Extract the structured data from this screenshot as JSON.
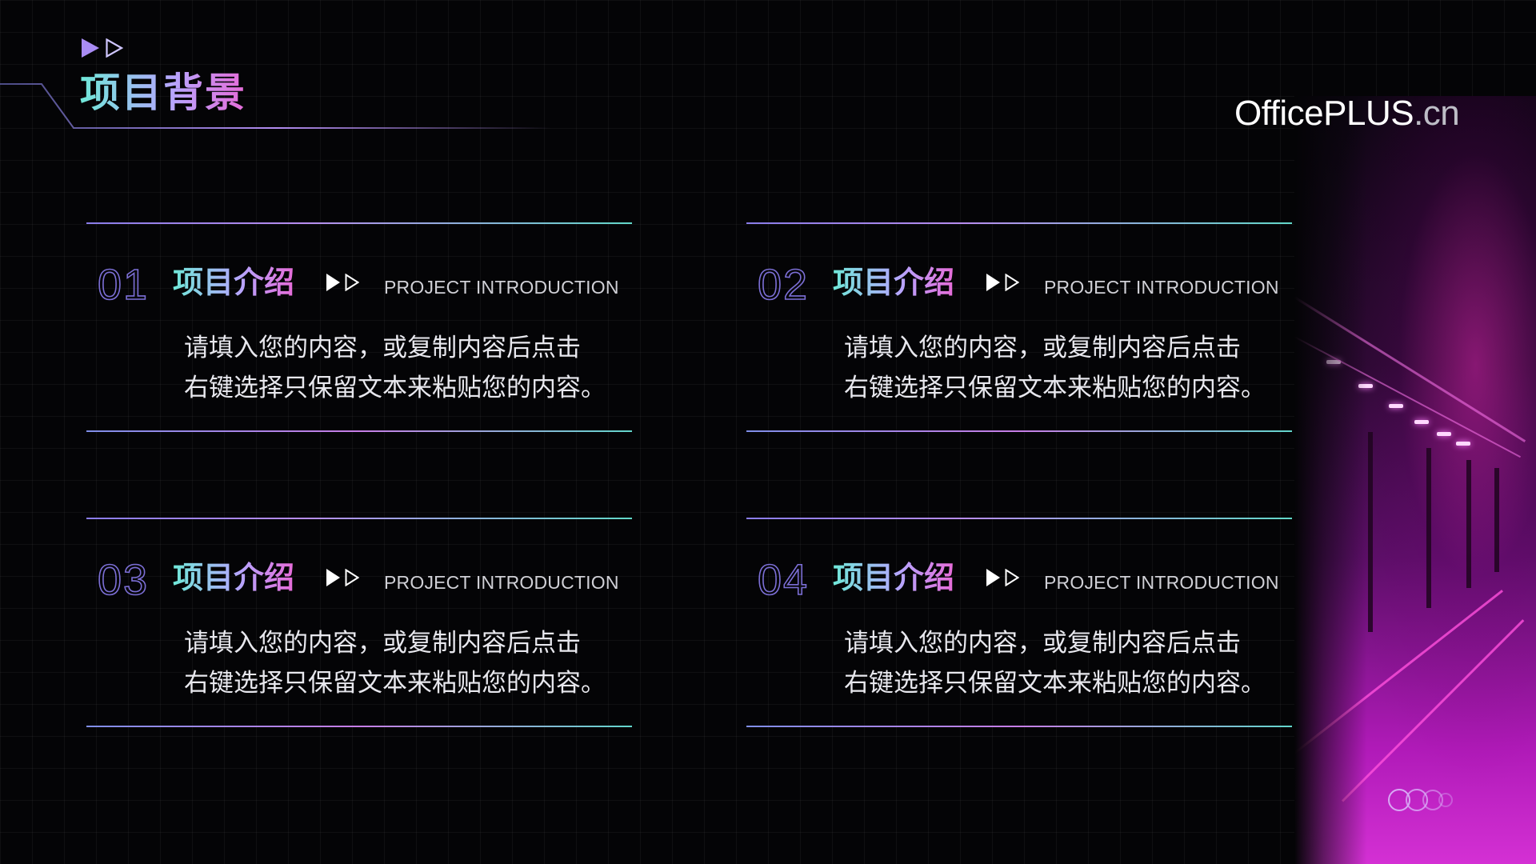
{
  "page": {
    "title": "项目背景",
    "brand_main": "OfficePLUS",
    "brand_suffix": ".cn"
  },
  "items": [
    {
      "number": "01",
      "title": "项目介绍",
      "subtitle": "PROJECT INTRODUCTION",
      "body_line1": "请填入您的内容，或复制内容后点击",
      "body_line2": "右键选择只保留文本来粘贴您的内容。"
    },
    {
      "number": "02",
      "title": "项目介绍",
      "subtitle": "PROJECT INTRODUCTION",
      "body_line1": "请填入您的内容，或复制内容后点击",
      "body_line2": "右键选择只保留文本来粘贴您的内容。"
    },
    {
      "number": "03",
      "title": "项目介绍",
      "subtitle": "PROJECT INTRODUCTION",
      "body_line1": "请填入您的内容，或复制内容后点击",
      "body_line2": "右键选择只保留文本来粘贴您的内容。"
    },
    {
      "number": "04",
      "title": "项目介绍",
      "subtitle": "PROJECT INTRODUCTION",
      "body_line1": "请填入您的内容，或复制内容后点击",
      "body_line2": "右键选择只保留文本来粘贴您的内容。"
    }
  ],
  "icons": {
    "header_arrows": "play-arrows-icon",
    "item_arrows": "play-arrows-icon",
    "footer": "rings-icon"
  },
  "colors": {
    "background": "#040406",
    "accent_teal": "#6fe8d8",
    "accent_violet": "#b6a6ff",
    "accent_pink": "#e66bd8"
  }
}
